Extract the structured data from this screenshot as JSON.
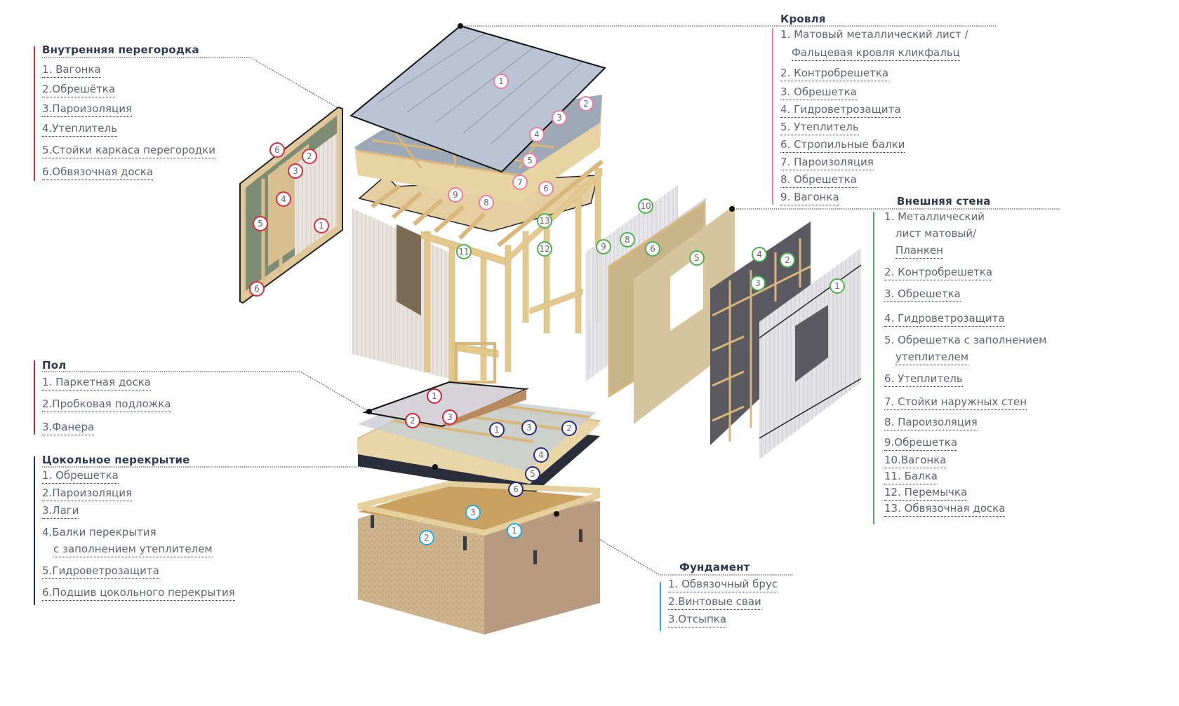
{
  "colors": {
    "partition": "#d22f3f",
    "roof": "#e87fa0",
    "floor": "#c8243c",
    "basement": "#1f2a78",
    "wall": "#4caf50",
    "foundation": "#29a8e0",
    "heading": "#2e3a52",
    "item_text": "#5d6474"
  },
  "legends": {
    "partition": {
      "title": "Внутренняя перегородка",
      "items": [
        "1. Вагонка",
        "2.Обрешётка",
        "3.Пароизоляция",
        "4.Утеплитель",
        "5.Стойки каркаса перегородки",
        "6.Обвязочная доска"
      ]
    },
    "roof": {
      "title": "Кровля",
      "items": [
        "1. Матовый металлический лист /",
        "Фальцевая кровля кликфальц",
        "2. Контробрешетка",
        "3. Обрешетка",
        "4. Гидроветрозащита",
        "5. Утеплитель",
        "6. Стропильные балки",
        "7. Пароизоляция",
        "8. Обрешетка",
        "9. Вагонка"
      ]
    },
    "wall": {
      "title": "Внешняя стена",
      "items": [
        "1. Металлический",
        "лист матовый/",
        "Планкен",
        "2. Контробрешетка",
        "3. Обрешетка",
        "4. Гидроветрозащита",
        "5. Обрешетка с заполнением",
        "утеплителем",
        "6. Утеплитель",
        "7. Стойки наружных стен",
        "8. Пароизоляция",
        "9.Обрешетка",
        "10.Вагонка",
        "11. Балка",
        "12. Перемычка",
        "13. Обвязочная доска"
      ]
    },
    "floor": {
      "title": "Пол",
      "items": [
        "1. Паркетная доска",
        "2.Пробковая подложка",
        "3.Фанера"
      ]
    },
    "basement": {
      "title": "Цокольное перекрытие",
      "items": [
        "1. Обрешетка",
        "2.Пароизоляция",
        "3.Лаги",
        "4.Балки перекрытия",
        "с заполнением утеплителем",
        "5.Гидроветрозащита",
        "6.Подшив цокольного перекрытия"
      ]
    },
    "foundation": {
      "title": "Фундамент",
      "items": [
        "1. Обвязочный брус",
        "2.Винтовые сваи",
        "3.Отсыпка"
      ]
    }
  },
  "badges": {
    "partition": [
      "6",
      "2",
      "3",
      "4",
      "5",
      "1",
      "6"
    ],
    "roof": [
      "1",
      "2",
      "3",
      "4",
      "5",
      "7",
      "6",
      "9",
      "8"
    ],
    "wall": [
      "10",
      "13",
      "12",
      "11",
      "9",
      "8",
      "6",
      "5",
      "4",
      "2",
      "3",
      "1"
    ],
    "floor": [
      "1",
      "2",
      "3"
    ],
    "basement": [
      "1",
      "3",
      "2",
      "4",
      "5",
      "6"
    ],
    "foundation": [
      "3",
      "1",
      "2"
    ]
  }
}
